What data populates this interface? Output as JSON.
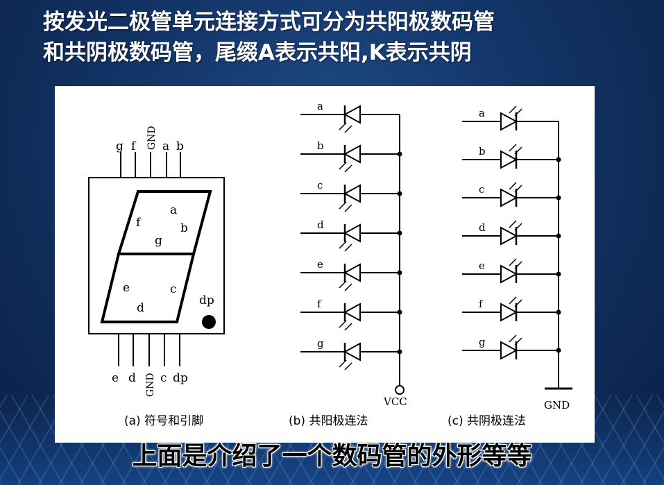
{
  "title": {
    "line1": "按发光二极管单元连接方式可分为共阳极数码管",
    "line2": "和共阴极数码管，尾缀A表示共阳,K表示共阴"
  },
  "figure": {
    "pins_top": [
      "g",
      "f",
      "GND",
      "a",
      "b"
    ],
    "pins_bottom": [
      "e",
      "d",
      "GND",
      "c",
      "dp"
    ],
    "segments": [
      "a",
      "b",
      "c",
      "d",
      "e",
      "f",
      "g",
      "dp"
    ],
    "anode_rows": [
      "a",
      "b",
      "c",
      "d",
      "e",
      "f",
      "g"
    ],
    "cathode_rows": [
      "a",
      "b",
      "c",
      "d",
      "e",
      "f",
      "g"
    ],
    "vcc_label": "VCC",
    "gnd_label": "GND",
    "caption_a": "(a) 符号和引脚",
    "caption_b": "(b) 共阳极连法",
    "caption_c": "(c) 共阴极连法"
  },
  "caption": "上面是介绍了一个数码管的外形等等"
}
